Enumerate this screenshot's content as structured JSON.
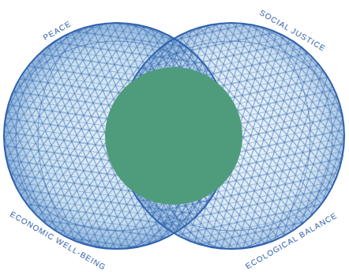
{
  "diagram": {
    "labels": [
      "PEACE",
      "SOCIAL JUSTICE",
      "ECONOMIC WELL-BEING",
      "ECOLOGICAL BALANCE"
    ]
  }
}
